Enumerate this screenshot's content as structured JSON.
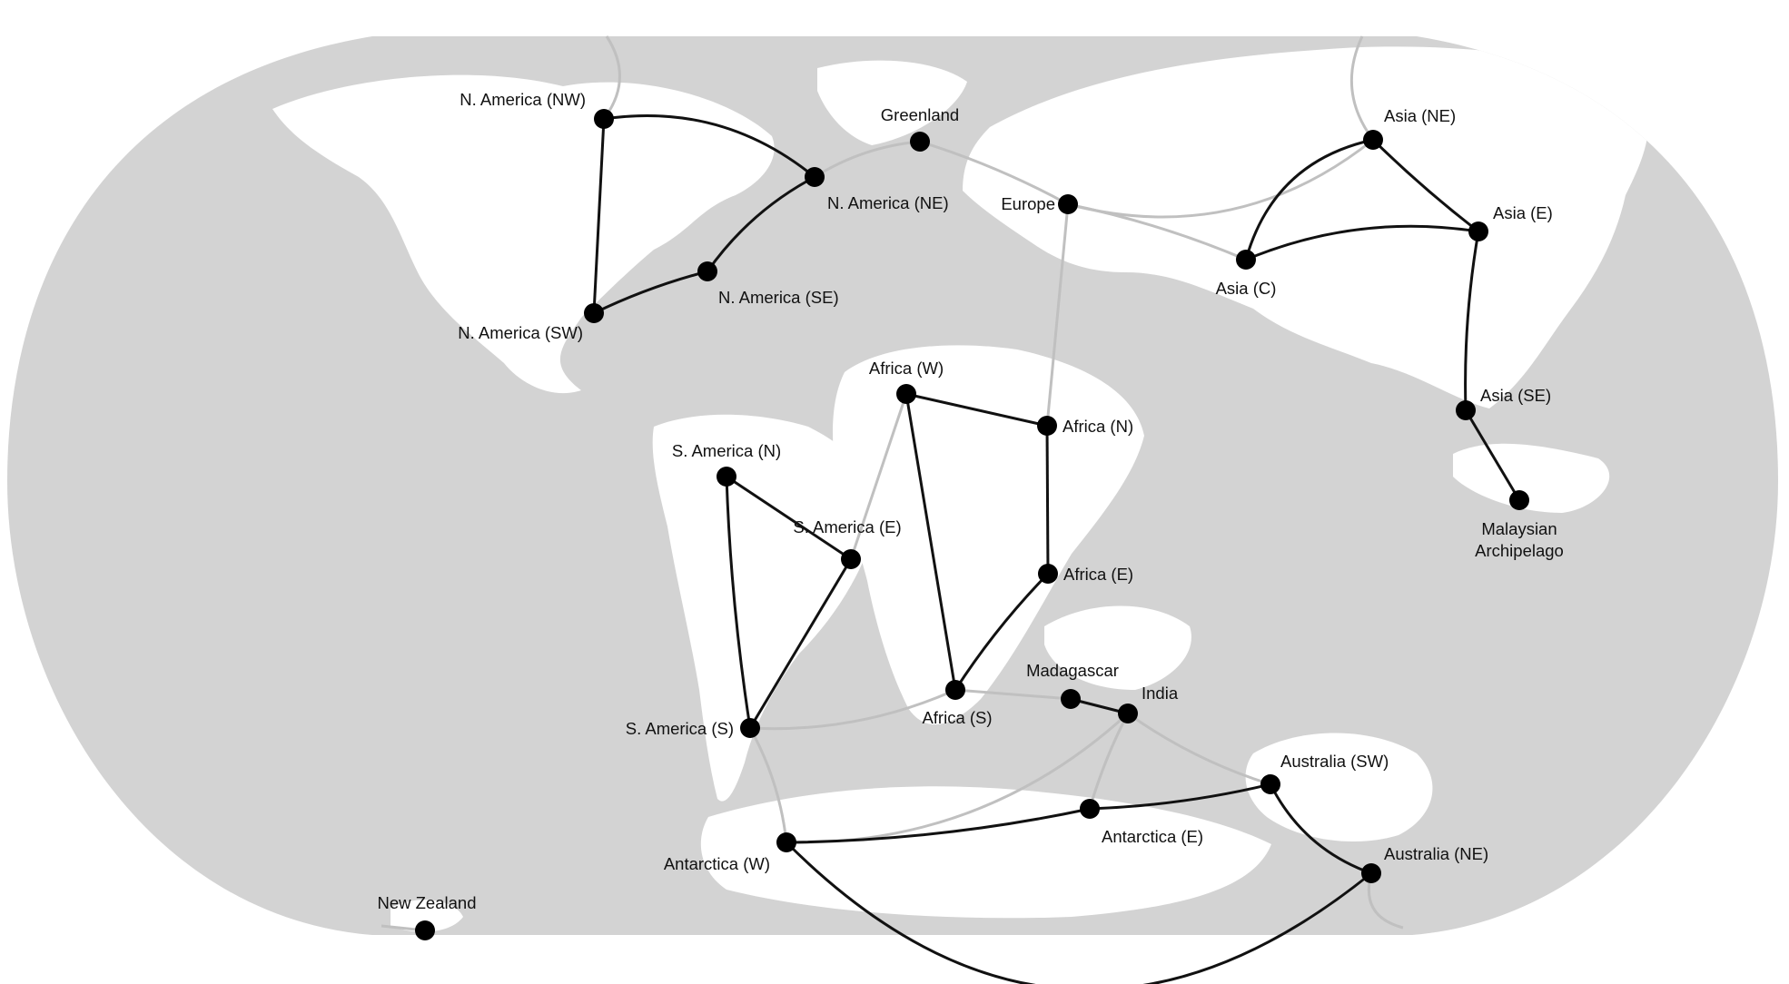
{
  "colors": {
    "background": "#ffffff",
    "ocean": "#d3d3d3",
    "land": "#ffffff",
    "strong_edge": "#111111",
    "weak_edge": "#c0c0c0",
    "node": "#000000"
  },
  "nodes": [
    {
      "id": "na_nw",
      "label": "N. America (NW)"
    },
    {
      "id": "greenland",
      "label": "Greenland"
    },
    {
      "id": "na_ne",
      "label": "N. America (NE)"
    },
    {
      "id": "na_se",
      "label": "N. America (SE)"
    },
    {
      "id": "na_sw",
      "label": "N. America (SW)"
    },
    {
      "id": "europe",
      "label": "Europe"
    },
    {
      "id": "asia_ne",
      "label": "Asia (NE)"
    },
    {
      "id": "asia_e",
      "label": "Asia (E)"
    },
    {
      "id": "asia_c",
      "label": "Asia (C)"
    },
    {
      "id": "asia_se",
      "label": "Asia (SE)"
    },
    {
      "id": "malay",
      "label": "Malaysian\nArchipelago"
    },
    {
      "id": "africa_w",
      "label": "Africa (W)"
    },
    {
      "id": "africa_n",
      "label": "Africa (N)"
    },
    {
      "id": "africa_e",
      "label": "Africa (E)"
    },
    {
      "id": "africa_s",
      "label": "Africa (S)"
    },
    {
      "id": "sam_n",
      "label": "S. America (N)"
    },
    {
      "id": "sam_e",
      "label": "S. America (E)"
    },
    {
      "id": "sam_s",
      "label": "S. America (S)"
    },
    {
      "id": "madagascar",
      "label": "Madagascar"
    },
    {
      "id": "india",
      "label": "India"
    },
    {
      "id": "aus_sw",
      "label": "Australia (SW)"
    },
    {
      "id": "aus_ne",
      "label": "Australia (NE)"
    },
    {
      "id": "ant_e",
      "label": "Antarctica (E)"
    },
    {
      "id": "ant_w",
      "label": "Antarctica (W)"
    },
    {
      "id": "nz",
      "label": "New Zealand"
    }
  ],
  "strong_edges": [
    [
      "na_nw",
      "na_ne"
    ],
    [
      "na_nw",
      "na_sw"
    ],
    [
      "na_sw",
      "na_se"
    ],
    [
      "na_se",
      "na_ne"
    ],
    [
      "asia_c",
      "asia_ne"
    ],
    [
      "asia_ne",
      "asia_e"
    ],
    [
      "asia_c",
      "asia_e"
    ],
    [
      "asia_e",
      "asia_se"
    ],
    [
      "asia_se",
      "malay"
    ],
    [
      "africa_w",
      "africa_n"
    ],
    [
      "africa_n",
      "africa_e"
    ],
    [
      "africa_e",
      "africa_s"
    ],
    [
      "africa_w",
      "africa_s"
    ],
    [
      "sam_n",
      "sam_e"
    ],
    [
      "sam_n",
      "sam_s"
    ],
    [
      "sam_e",
      "sam_s"
    ],
    [
      "madagascar",
      "india"
    ],
    [
      "ant_w",
      "ant_e"
    ],
    [
      "ant_e",
      "aus_sw"
    ],
    [
      "aus_sw",
      "aus_ne"
    ],
    [
      "ant_w",
      "aus_ne"
    ]
  ],
  "weak_edges": [
    [
      "na_nw",
      "arctic_top"
    ],
    [
      "na_ne",
      "greenland"
    ],
    [
      "greenland",
      "europe"
    ],
    [
      "europe",
      "asia_c"
    ],
    [
      "europe",
      "asia_ne"
    ],
    [
      "asia_ne",
      "arctic_top_e"
    ],
    [
      "europe",
      "africa_n"
    ],
    [
      "africa_w",
      "sam_e"
    ],
    [
      "sam_s",
      "africa_s"
    ],
    [
      "africa_s",
      "madagascar"
    ],
    [
      "india",
      "aus_sw"
    ],
    [
      "india",
      "ant_e"
    ],
    [
      "india",
      "ant_w"
    ],
    [
      "sam_s",
      "ant_w"
    ],
    [
      "nz",
      "nz_west"
    ],
    [
      "aus_ne",
      "aus_ne_tail"
    ]
  ]
}
